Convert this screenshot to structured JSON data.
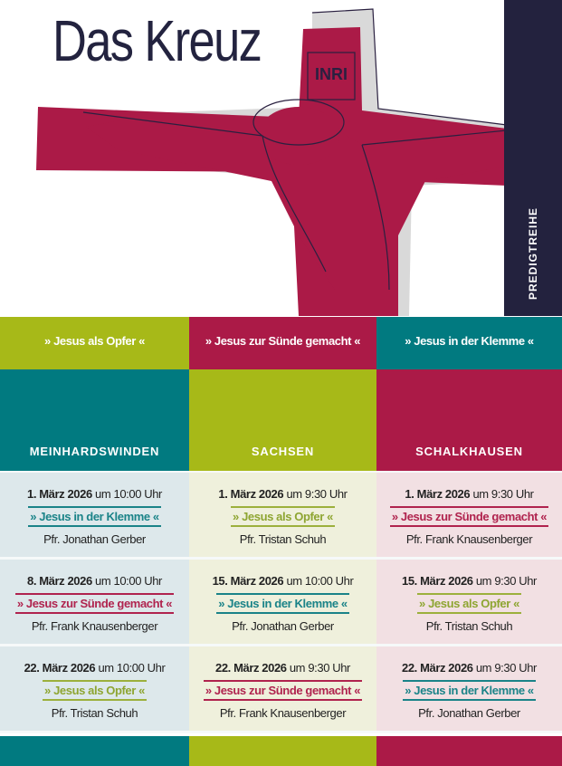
{
  "title": "Das Kreuz",
  "series_label": "PREDIGTREIHE",
  "themes": [
    "» Jesus als Opfer «",
    "» Jesus zur Sünde gemacht «",
    "» Jesus in der Klemme «"
  ],
  "locations": [
    "MEINHARDSWINDEN",
    "SACHSEN",
    "SCHALKHAUSEN"
  ],
  "connector": "um",
  "schedule": [
    [
      {
        "date": "1. März 2026",
        "time": "10:00 Uhr",
        "topic": "» Jesus in der Klemme «",
        "speaker": "Pfr. Jonathan Gerber"
      },
      {
        "date": "1. März 2026",
        "time": "9:30 Uhr",
        "topic": "» Jesus als Opfer «",
        "speaker": "Pfr. Tristan Schuh"
      },
      {
        "date": "1. März 2026",
        "time": "9:30 Uhr",
        "topic": "» Jesus zur Sünde gemacht «",
        "speaker": "Pfr. Frank Knausenberger"
      }
    ],
    [
      {
        "date": "8. März 2026",
        "time": "10:00 Uhr",
        "topic": "» Jesus zur Sünde gemacht «",
        "speaker": "Pfr. Frank Knausenberger"
      },
      {
        "date": "15. März 2026",
        "time": "10:00 Uhr",
        "topic": "» Jesus in der Klemme «",
        "speaker": "Pfr. Jonathan Gerber"
      },
      {
        "date": "15. März 2026",
        "time": "9:30 Uhr",
        "topic": "» Jesus als Opfer «",
        "speaker": "Pfr. Tristan Schuh"
      }
    ],
    [
      {
        "date": "22. März 2026",
        "time": "10:00 Uhr",
        "topic": "» Jesus als Opfer «",
        "speaker": "Pfr. Tristan Schuh"
      },
      {
        "date": "22. März 2026",
        "time": "9:30 Uhr",
        "topic": "» Jesus zur Sünde gemacht «",
        "speaker": "Pfr. Frank Knausenberger"
      },
      {
        "date": "22. März 2026",
        "time": "9:30 Uhr",
        "topic": "» Jesus in der Klemme «",
        "speaker": "Pfr. Jonathan Gerber"
      }
    ]
  ],
  "inri": "INRI",
  "colors": {
    "teal": "#017a80",
    "green": "#a7b918",
    "red": "#ab1a47",
    "navy": "#23223e"
  }
}
